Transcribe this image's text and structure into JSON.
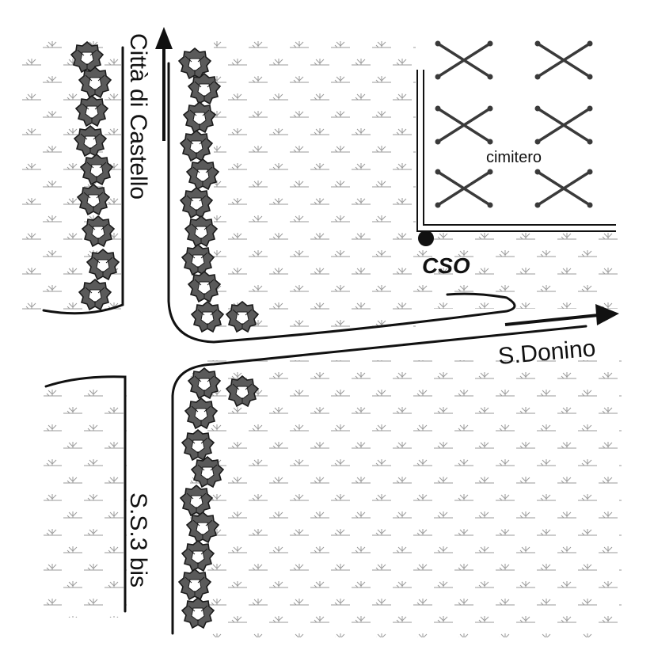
{
  "map": {
    "labels": {
      "north_road": "Città di Castello",
      "south_road": "S.S.3 bis",
      "east_road": "S.Donino",
      "cemetery": "cimitero",
      "point": "CSO"
    },
    "colors": {
      "ink": "#111111",
      "tree_fill": "#555555",
      "tree_stroke": "#1a1a1a",
      "field_mark": "#9a9a9a",
      "cross": "#3a3a3a"
    },
    "icons": {
      "tree": "tree-shrub-icon",
      "field": "field-grass-icon",
      "grave": "cross-icon",
      "arrow": "arrow-icon",
      "point": "point-marker-icon"
    }
  }
}
